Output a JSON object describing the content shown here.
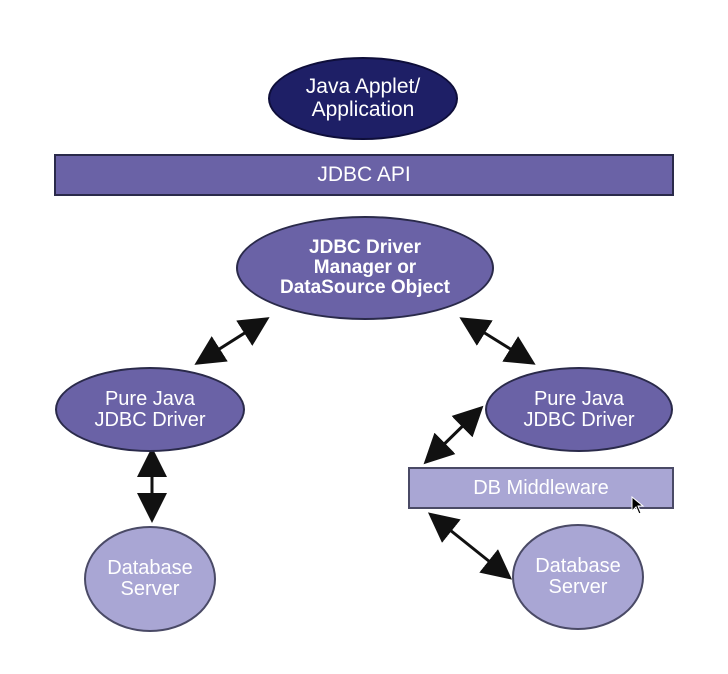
{
  "diagram": {
    "applet": "Java Applet/\nApplication",
    "jdbc_api": "JDBC API",
    "driver_manager": "JDBC Driver\nManager or\nDataSource Object",
    "left_driver": "Pure Java\nJDBC Driver",
    "right_driver": "Pure Java\nJDBC Driver",
    "middleware": "DB Middleware",
    "left_db": "Database\nServer",
    "right_db": "Database\nServer"
  },
  "colors": {
    "dark_navy": "#1e1f66",
    "purple": "#6a62a6",
    "lavender": "#a9a6d4"
  }
}
